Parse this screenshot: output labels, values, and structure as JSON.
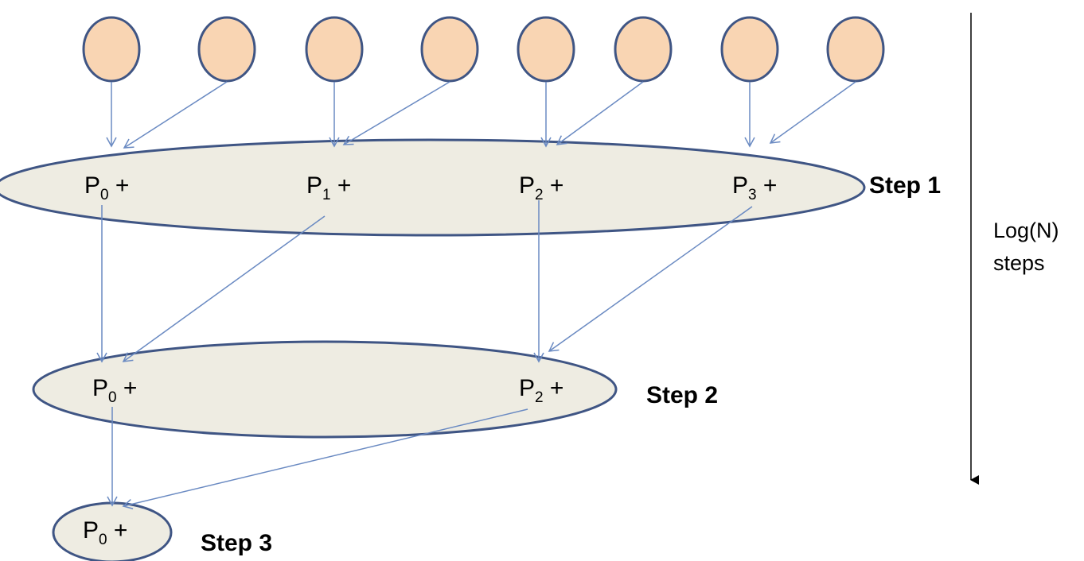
{
  "diagram": {
    "colors": {
      "input_fill": "#F9D5B3",
      "group_fill": "#EEECE2",
      "outline": "#3F5584",
      "arrow": "#6A8AC2",
      "timeline": "#000000"
    },
    "input_count": 8,
    "steps": [
      {
        "name": "Step 1",
        "nodes": [
          {
            "base": "P",
            "sub": "0",
            "suffix": " +"
          },
          {
            "base": "P",
            "sub": "1",
            "suffix": " +"
          },
          {
            "base": "P",
            "sub": "2",
            "suffix": " +"
          },
          {
            "base": "P",
            "sub": "3",
            "suffix": " +"
          }
        ]
      },
      {
        "name": "Step 2",
        "nodes": [
          {
            "base": "P",
            "sub": "0",
            "suffix": " +"
          },
          {
            "base": "P",
            "sub": "2",
            "suffix": " +"
          }
        ]
      },
      {
        "name": "Step 3",
        "nodes": [
          {
            "base": "P",
            "sub": "0",
            "suffix": " +"
          }
        ]
      }
    ],
    "timeline": {
      "line1": "Log(N)",
      "line2": "steps"
    }
  }
}
